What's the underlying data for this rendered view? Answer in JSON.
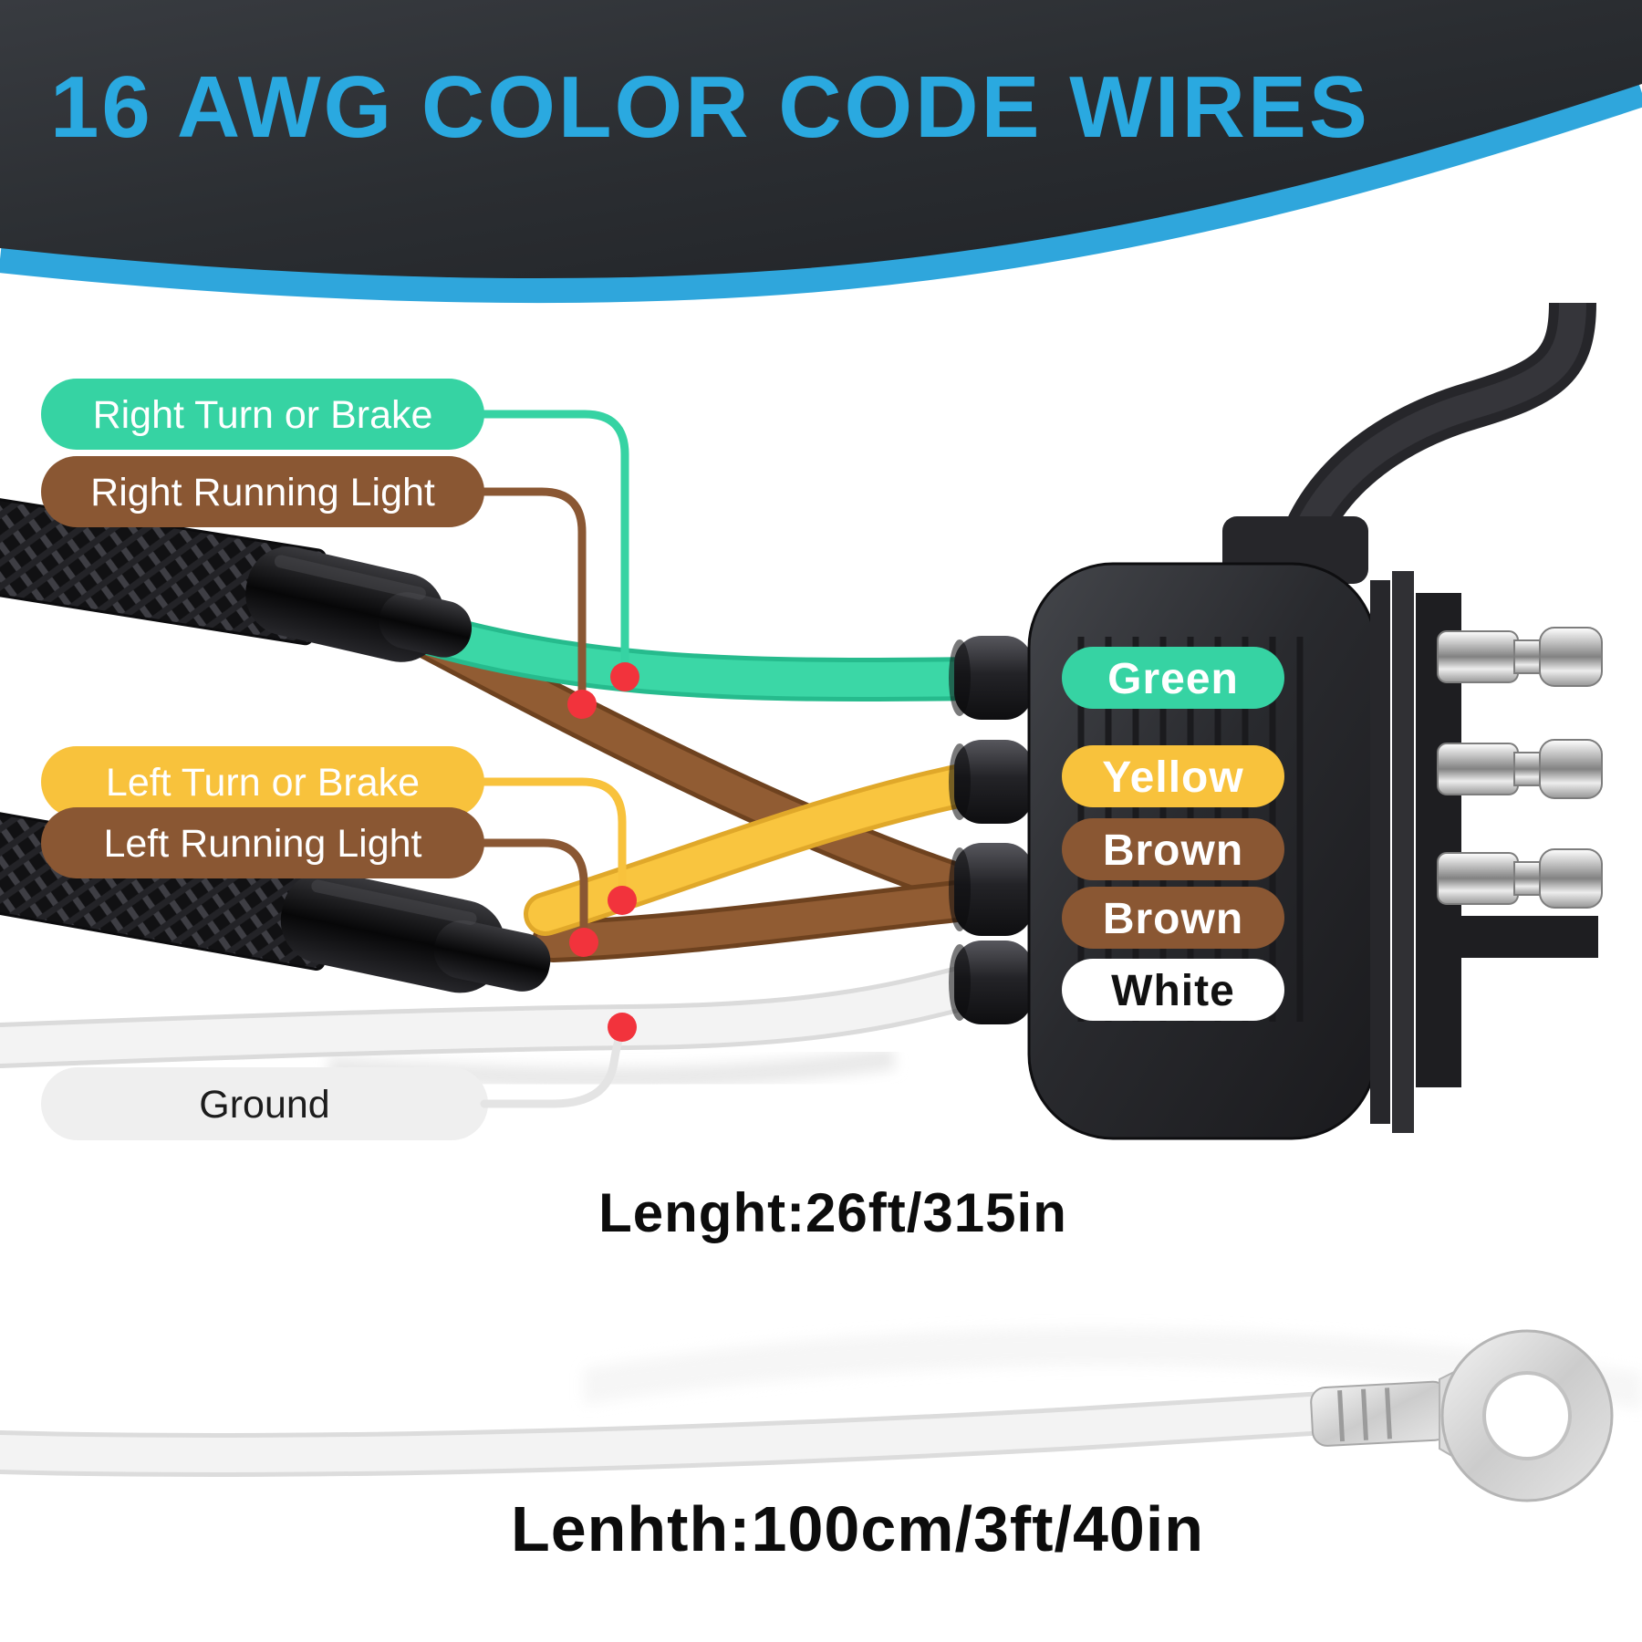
{
  "header": {
    "title": "16 AWG COLOR CODE WIRES"
  },
  "colors": {
    "title_blue": "#2AA9E0",
    "curve_blue": "#2FA6DC",
    "banner_dark": "#2B2E32",
    "green": "#36D3A3",
    "yellow": "#F8C23C",
    "brown": "#8A5733",
    "gray_pill": "#EFEFEF",
    "white": "#FFFFFF",
    "red_dot": "#F2333C",
    "wire_green": "#3BD7A6",
    "wire_yellow": "#F9C53F",
    "wire_brown": "#915C33",
    "wire_white": "#F3F3F3",
    "leader_gray": "#E4E4E4"
  },
  "left_labels": [
    {
      "text": "Right Turn or Brake",
      "color": "green"
    },
    {
      "text": "Right Running Light",
      "color": "brown"
    },
    {
      "text": "Left Turn or Brake",
      "color": "yellow"
    },
    {
      "text": "Left Running Light",
      "color": "brown"
    },
    {
      "text": "Ground",
      "color": "gray"
    }
  ],
  "connector_labels": [
    {
      "text": "Green"
    },
    {
      "text": "Yellow"
    },
    {
      "text": "Brown"
    },
    {
      "text": "Brown"
    },
    {
      "text": "White"
    }
  ],
  "annotations": {
    "harness_length": "Lenght:26ft/315in",
    "ground_length": "Lenhth:100cm/3ft/40in"
  }
}
